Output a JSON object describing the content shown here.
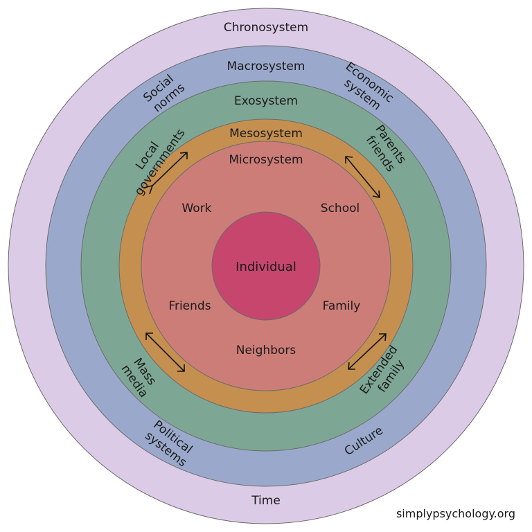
{
  "colors": {
    "chronosystem": "#dccbe6",
    "macrosystem": "#9aa9cb",
    "exosystem": "#7ea695",
    "mesosystem": "#c58f4f",
    "microsystem": "#cd7d78",
    "individual": "#c6466d"
  },
  "rings": {
    "chronosystem": {
      "title": "Chronosystem",
      "bottom": "Time"
    },
    "macrosystem": {
      "title": "Macrosystem",
      "left": [
        "Social",
        "norms"
      ],
      "right": [
        "Economic",
        "system"
      ],
      "bottom_left": [
        "Political",
        "systems"
      ],
      "bottom_right": "Culture"
    },
    "exosystem": {
      "title": "Exosystem",
      "left": [
        "Local",
        "governments"
      ],
      "right": [
        "Parents",
        "friends"
      ],
      "bottom_left": [
        "Mass",
        "media"
      ],
      "bottom_right": [
        "Extended",
        "family"
      ]
    },
    "mesosystem": {
      "title": "Mesosystem"
    },
    "microsystem": {
      "title": "Microsystem",
      "items": {
        "work": "Work",
        "school": "School",
        "friends": "Friends",
        "family": "Family",
        "neighbors": "Neighbors"
      }
    },
    "individual": {
      "label": "Individual"
    }
  },
  "credit": "simplypsychology.org"
}
